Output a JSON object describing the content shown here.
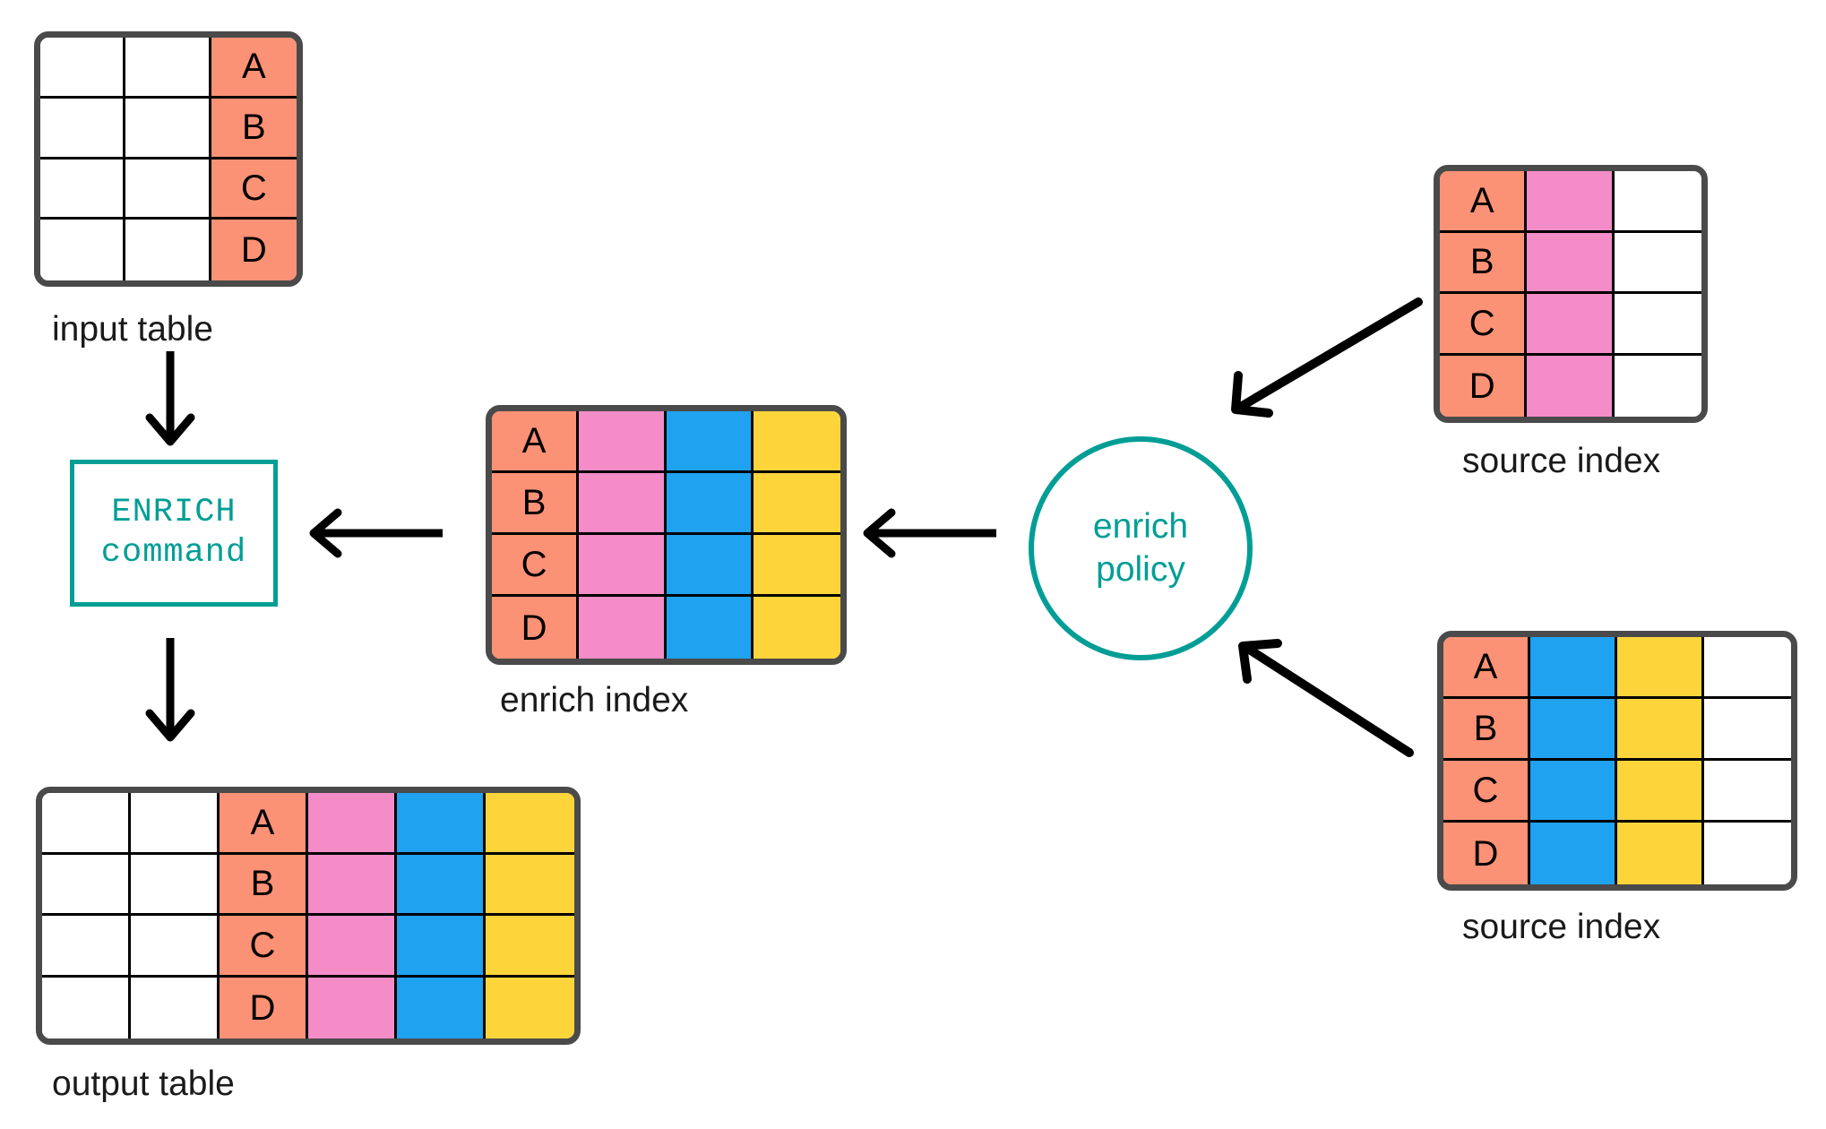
{
  "diagram": {
    "title": "ENRICH command and enrich policy data flow",
    "colors": {
      "salmon": "#fb9175",
      "pink": "#f48cc8",
      "blue": "#1fa2f0",
      "yellow": "#fdd53a",
      "white": "#ffffff",
      "teal": "#029e96",
      "frame": "#4a4a4a",
      "gridline": "#000000",
      "arrow": "#000000"
    }
  },
  "input_table": {
    "caption": "input table",
    "rows": 4,
    "cols": 3,
    "cells": [
      [
        {
          "label": "",
          "color": "white"
        },
        {
          "label": "",
          "color": "white"
        },
        {
          "label": "A",
          "color": "salmon"
        }
      ],
      [
        {
          "label": "",
          "color": "white"
        },
        {
          "label": "",
          "color": "white"
        },
        {
          "label": "B",
          "color": "salmon"
        }
      ],
      [
        {
          "label": "",
          "color": "white"
        },
        {
          "label": "",
          "color": "white"
        },
        {
          "label": "C",
          "color": "salmon"
        }
      ],
      [
        {
          "label": "",
          "color": "white"
        },
        {
          "label": "",
          "color": "white"
        },
        {
          "label": "D",
          "color": "salmon"
        }
      ]
    ]
  },
  "output_table": {
    "caption": "output table",
    "rows": 4,
    "cols": 6,
    "cells": [
      [
        {
          "label": "",
          "color": "white"
        },
        {
          "label": "",
          "color": "white"
        },
        {
          "label": "A",
          "color": "salmon"
        },
        {
          "label": "",
          "color": "pink"
        },
        {
          "label": "",
          "color": "blue"
        },
        {
          "label": "",
          "color": "yellow"
        }
      ],
      [
        {
          "label": "",
          "color": "white"
        },
        {
          "label": "",
          "color": "white"
        },
        {
          "label": "B",
          "color": "salmon"
        },
        {
          "label": "",
          "color": "pink"
        },
        {
          "label": "",
          "color": "blue"
        },
        {
          "label": "",
          "color": "yellow"
        }
      ],
      [
        {
          "label": "",
          "color": "white"
        },
        {
          "label": "",
          "color": "white"
        },
        {
          "label": "C",
          "color": "salmon"
        },
        {
          "label": "",
          "color": "pink"
        },
        {
          "label": "",
          "color": "blue"
        },
        {
          "label": "",
          "color": "yellow"
        }
      ],
      [
        {
          "label": "",
          "color": "white"
        },
        {
          "label": "",
          "color": "white"
        },
        {
          "label": "D",
          "color": "salmon"
        },
        {
          "label": "",
          "color": "pink"
        },
        {
          "label": "",
          "color": "blue"
        },
        {
          "label": "",
          "color": "yellow"
        }
      ]
    ]
  },
  "enrich_index": {
    "caption": "enrich index",
    "rows": 4,
    "cols": 4,
    "cells": [
      [
        {
          "label": "A",
          "color": "salmon"
        },
        {
          "label": "",
          "color": "pink"
        },
        {
          "label": "",
          "color": "blue"
        },
        {
          "label": "",
          "color": "yellow"
        }
      ],
      [
        {
          "label": "B",
          "color": "salmon"
        },
        {
          "label": "",
          "color": "pink"
        },
        {
          "label": "",
          "color": "blue"
        },
        {
          "label": "",
          "color": "yellow"
        }
      ],
      [
        {
          "label": "C",
          "color": "salmon"
        },
        {
          "label": "",
          "color": "pink"
        },
        {
          "label": "",
          "color": "blue"
        },
        {
          "label": "",
          "color": "yellow"
        }
      ],
      [
        {
          "label": "D",
          "color": "salmon"
        },
        {
          "label": "",
          "color": "pink"
        },
        {
          "label": "",
          "color": "blue"
        },
        {
          "label": "",
          "color": "yellow"
        }
      ]
    ]
  },
  "source_index_top": {
    "caption": "source index",
    "rows": 4,
    "cols": 3,
    "cells": [
      [
        {
          "label": "A",
          "color": "salmon"
        },
        {
          "label": "",
          "color": "pink"
        },
        {
          "label": "",
          "color": "white"
        }
      ],
      [
        {
          "label": "B",
          "color": "salmon"
        },
        {
          "label": "",
          "color": "pink"
        },
        {
          "label": "",
          "color": "white"
        }
      ],
      [
        {
          "label": "C",
          "color": "salmon"
        },
        {
          "label": "",
          "color": "pink"
        },
        {
          "label": "",
          "color": "white"
        }
      ],
      [
        {
          "label": "D",
          "color": "salmon"
        },
        {
          "label": "",
          "color": "pink"
        },
        {
          "label": "",
          "color": "white"
        }
      ]
    ]
  },
  "source_index_bottom": {
    "caption": "source index",
    "rows": 4,
    "cols": 4,
    "cells": [
      [
        {
          "label": "A",
          "color": "salmon"
        },
        {
          "label": "",
          "color": "blue"
        },
        {
          "label": "",
          "color": "yellow"
        },
        {
          "label": "",
          "color": "white"
        }
      ],
      [
        {
          "label": "B",
          "color": "salmon"
        },
        {
          "label": "",
          "color": "blue"
        },
        {
          "label": "",
          "color": "yellow"
        },
        {
          "label": "",
          "color": "white"
        }
      ],
      [
        {
          "label": "C",
          "color": "salmon"
        },
        {
          "label": "",
          "color": "blue"
        },
        {
          "label": "",
          "color": "yellow"
        },
        {
          "label": "",
          "color": "white"
        }
      ],
      [
        {
          "label": "D",
          "color": "salmon"
        },
        {
          "label": "",
          "color": "blue"
        },
        {
          "label": "",
          "color": "yellow"
        },
        {
          "label": "",
          "color": "white"
        }
      ]
    ]
  },
  "enrich_command": {
    "line1": "ENRICH",
    "line2": "command"
  },
  "enrich_policy": {
    "line1": "enrich",
    "line2": "policy"
  },
  "arrows": [
    {
      "name": "input-table-to-enrich-command",
      "direction": "down"
    },
    {
      "name": "enrich-command-to-output-table",
      "direction": "down"
    },
    {
      "name": "enrich-index-to-enrich-command",
      "direction": "left"
    },
    {
      "name": "enrich-policy-to-enrich-index",
      "direction": "left"
    },
    {
      "name": "source-index-top-to-enrich-policy",
      "direction": "down-left"
    },
    {
      "name": "source-index-bottom-to-enrich-policy",
      "direction": "up-left"
    }
  ]
}
